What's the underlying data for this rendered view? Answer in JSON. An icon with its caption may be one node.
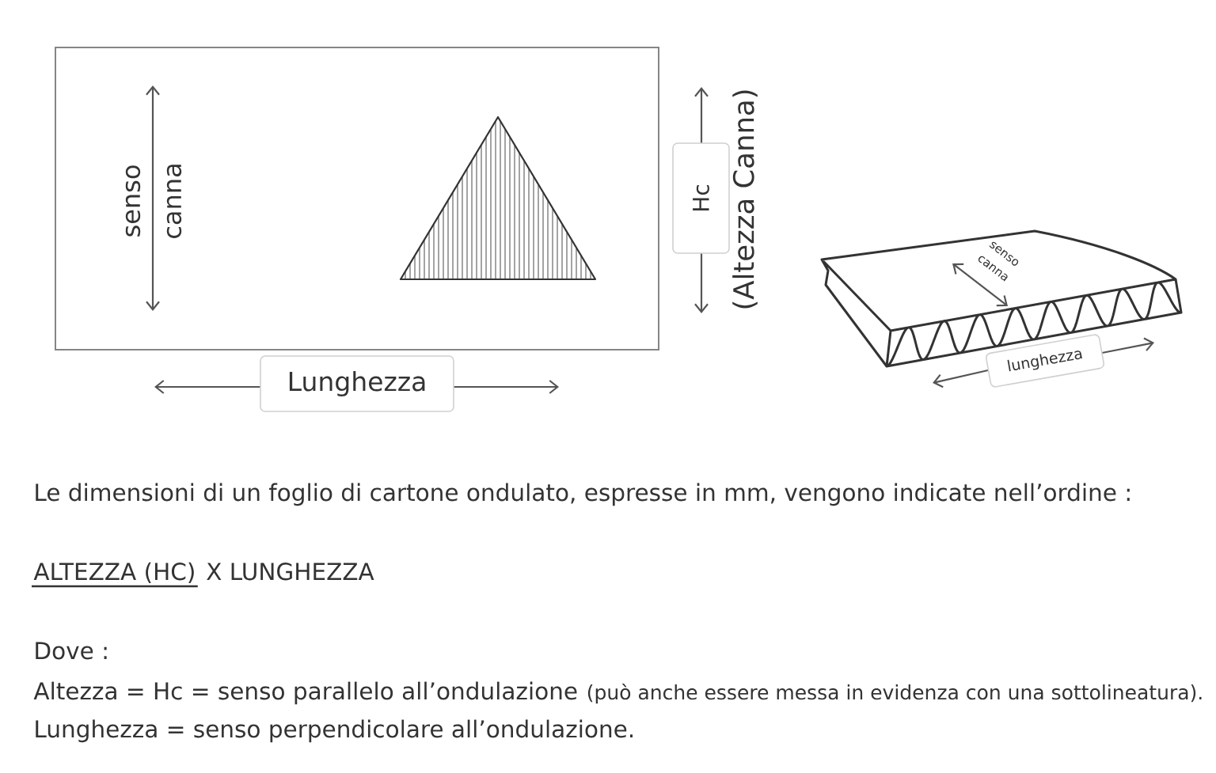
{
  "diagram": {
    "nodes": [
      {
        "text": [
          "senso canna"
        ]
      },
      {
        "text": [
          "Lunghezza"
        ]
      },
      {
        "text": [
          "Hc"
        ],
        "beside": [
          "(Altezza Canna)"
        ]
      },
      {
        "text": [
          "lunghezza"
        ]
      }
    ],
    "labels": [
      "senso canna",
      "Le dimensioni di un foglio di cartone ondulato, espresse in mm, vengono indicate nell’ordine :",
      "ALTEZZA (HC)",
      "X LUNGHEZZA",
      "Dove :",
      "Altezza = Hc = senso parallelo all’ondulazione",
      "(può anche essere messa in evidenza con una sottolineatura).",
      "Lunghezza = senso perpendicolare all’ondulazione."
    ]
  }
}
